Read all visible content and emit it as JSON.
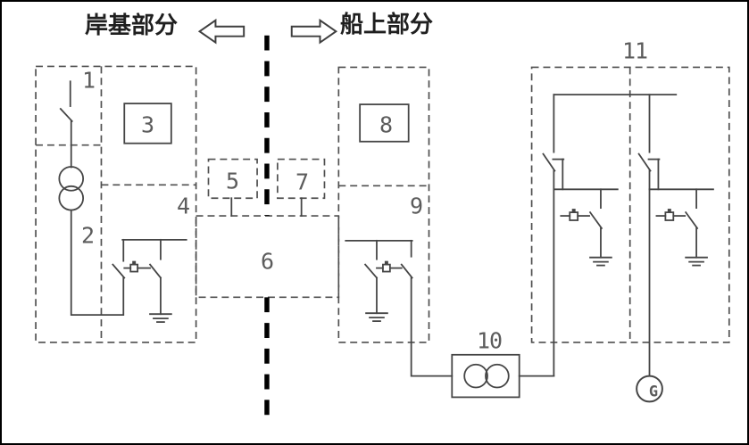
{
  "header": {
    "shore_label": "岸基部分",
    "ship_label": "船上部分"
  },
  "labels": {
    "c1": "1",
    "c2": "2",
    "c3": "3",
    "c4": "4",
    "c5": "5",
    "c6": "6",
    "c7": "7",
    "c8": "8",
    "c9": "9",
    "c10": "10",
    "c11": "11",
    "generator": "G"
  },
  "icons": {
    "left_arrow": "left-arrow-icon",
    "right_arrow": "right-arrow-icon"
  },
  "colors": {
    "line": "#454545",
    "box_dash": "#4f4f4f",
    "label_text": "#5c5c5c",
    "boundary_line": "#000000",
    "header_text": "#1f1f1f",
    "background": "#ffffff"
  }
}
